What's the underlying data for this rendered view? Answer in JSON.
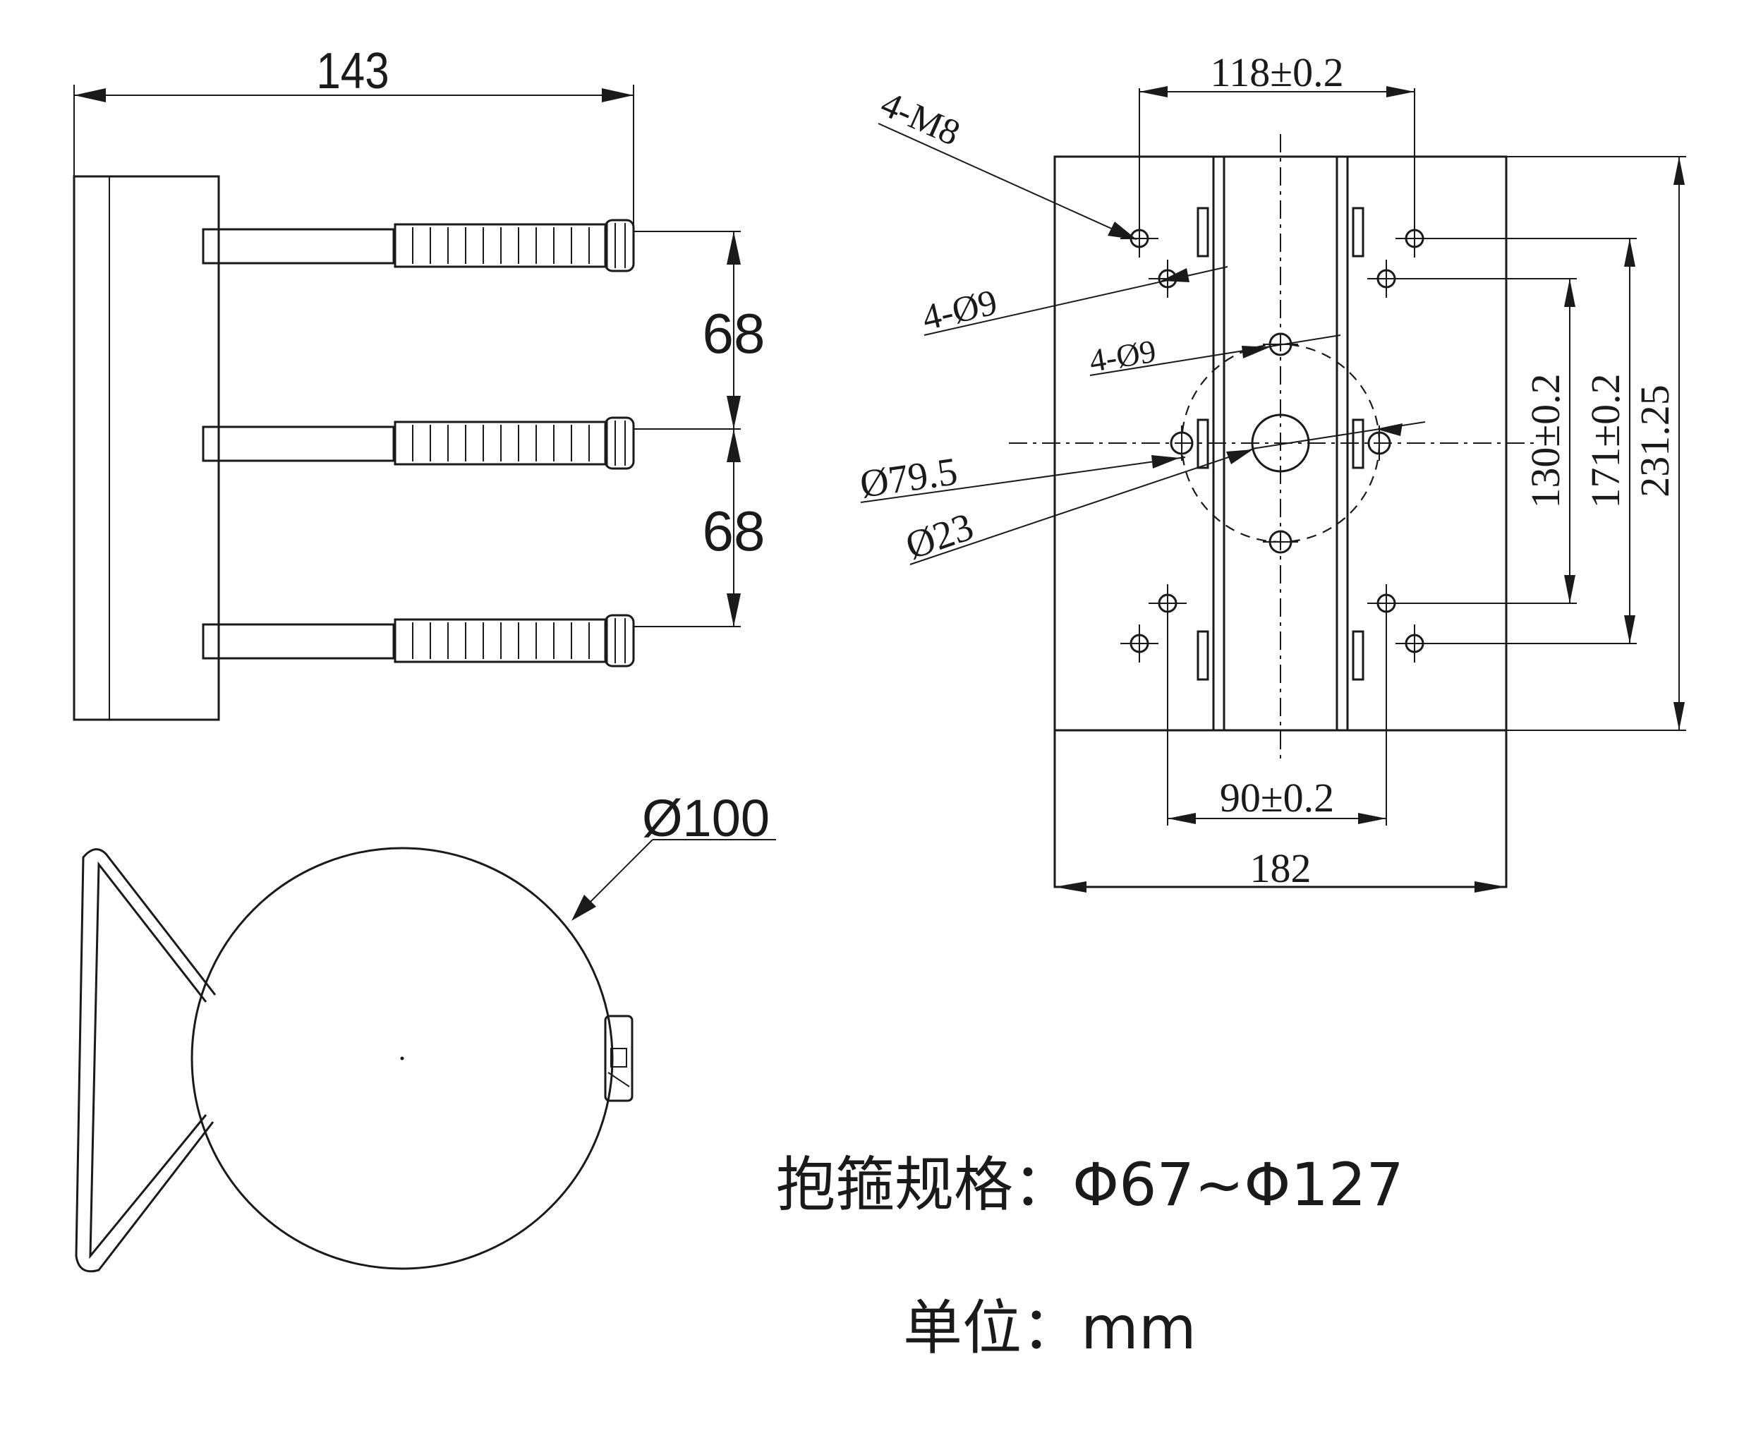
{
  "side_view": {
    "width_dim": "143",
    "spacing_dims": [
      "68",
      "68"
    ]
  },
  "clamp_view": {
    "diameter_dim": "Ø100"
  },
  "front_view": {
    "top_dim": "118±0.2",
    "bottom_inner_dim": "90±0.2",
    "bottom_outer_dim": "182",
    "right_dims": [
      "130±0.2",
      "171±0.2",
      "231.25"
    ],
    "callouts": [
      "4-M8",
      "4-Ø9",
      "4-Ø9",
      "Ø79.5",
      "Ø23"
    ]
  },
  "notes": {
    "clamp_spec": "抱箍规格：Φ67~Φ127",
    "unit": "单位：mm"
  }
}
